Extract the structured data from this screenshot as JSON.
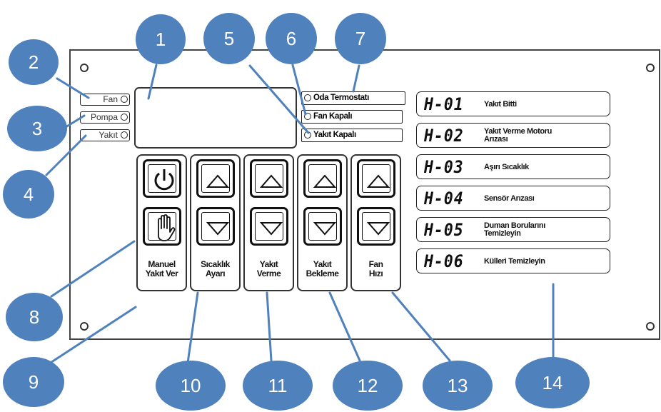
{
  "callouts": [
    "1",
    "2",
    "3",
    "4",
    "5",
    "6",
    "7",
    "8",
    "9",
    "10",
    "11",
    "12",
    "13",
    "14"
  ],
  "indicators": [
    {
      "label": "Fan"
    },
    {
      "label": "Pompa"
    },
    {
      "label": "Yakıt"
    }
  ],
  "status_lights": [
    {
      "label": "Oda Termostatı"
    },
    {
      "label": "Fan Kapalı"
    },
    {
      "label": "Yakıt Kapalı"
    }
  ],
  "controls": [
    {
      "id": "manual",
      "label_line1": "Manuel",
      "label_line2": "Yakıt Ver",
      "top_icon": "power-icon",
      "bottom_icon": "hand-icon"
    },
    {
      "id": "temp",
      "label_line1": "Sıcaklık",
      "label_line2": "Ayarı",
      "top_icon": "arrow-up-icon",
      "bottom_icon": "arrow-down-icon"
    },
    {
      "id": "fuel-feed",
      "label_line1": "Yakıt",
      "label_line2": "Verme",
      "top_icon": "arrow-up-icon",
      "bottom_icon": "arrow-down-icon"
    },
    {
      "id": "fuel-wait",
      "label_line1": "Yakıt",
      "label_line2": "Bekleme",
      "top_icon": "arrow-up-icon",
      "bottom_icon": "arrow-down-icon"
    },
    {
      "id": "fan-speed",
      "label_line1": "Fan",
      "label_line2": "Hızı",
      "top_icon": "arrow-up-icon",
      "bottom_icon": "arrow-down-icon"
    }
  ],
  "errors": [
    {
      "code": "H-01",
      "desc_line1": "Yakıt Bitti",
      "desc_line2": ""
    },
    {
      "code": "H-02",
      "desc_line1": "Yakıt Verme Motoru",
      "desc_line2": "Arızası"
    },
    {
      "code": "H-03",
      "desc_line1": "Aşırı Sıcaklık",
      "desc_line2": ""
    },
    {
      "code": "H-04",
      "desc_line1": "Sensör Arızası",
      "desc_line2": ""
    },
    {
      "code": "H-05",
      "desc_line1": "Duman Borularını",
      "desc_line2": "Temizleyin"
    },
    {
      "code": "H-06",
      "desc_line1": "Külleri Temizleyin",
      "desc_line2": ""
    }
  ],
  "colors": {
    "bubble": "#4f81bd",
    "bubble_text": "#ffffff",
    "panel_line": "#333333"
  }
}
